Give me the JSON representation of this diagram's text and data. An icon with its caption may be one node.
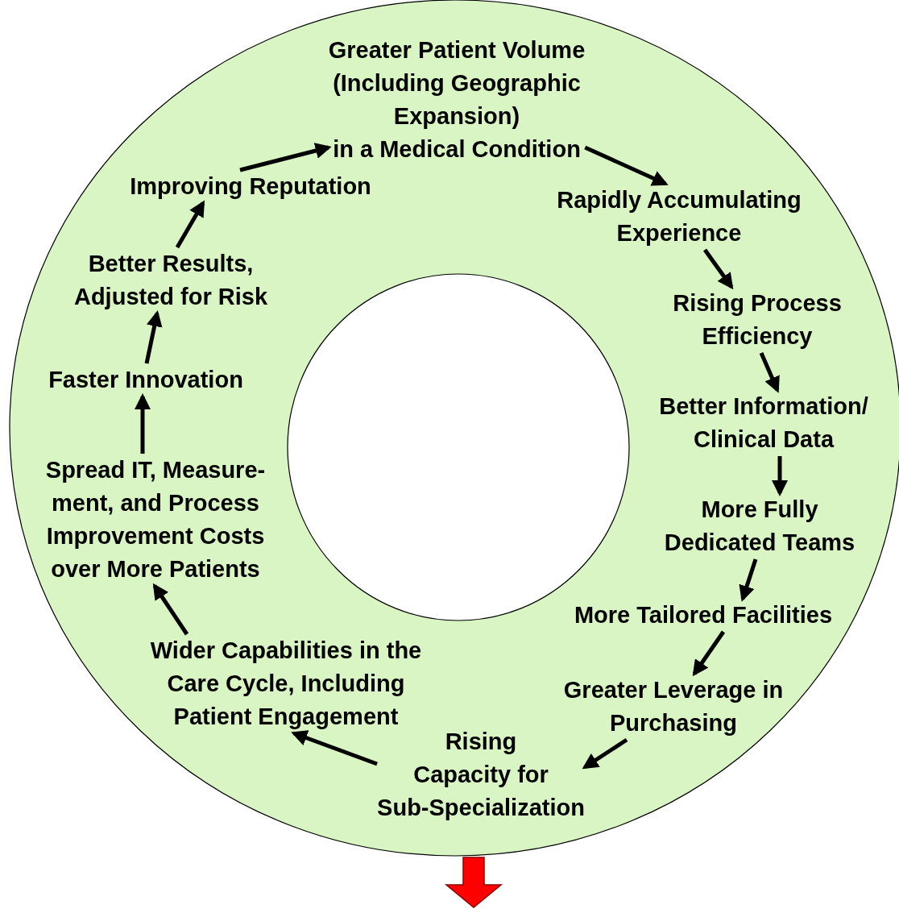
{
  "diagram": {
    "nodes": [
      {
        "text": [],
        "shape": "ring"
      },
      {
        "text": [
          "Greater Patient Volume (Including Geographic Expansion) in a Medical Condition"
        ],
        "in": 0
      },
      {
        "text": [
          "Rapidly Accumulating Experience"
        ],
        "in": 0
      },
      {
        "text": [
          "Rising Process Efficiency"
        ],
        "in": 0
      },
      {
        "text": [
          "Better Information/ Clinical Data"
        ],
        "in": 0
      },
      {
        "text": [
          "More Fully Dedicated Teams"
        ],
        "in": 0
      },
      {
        "text": [
          "More Tailored Facilities"
        ],
        "in": 0
      },
      {
        "text": [
          "Greater Leverage in Purchasing"
        ],
        "in": 0
      },
      {
        "text": [
          "Rising Capacity for Sub-Specialization"
        ],
        "in": 0
      },
      {
        "text": [
          "Wider Capabilities in the Care Cycle, Including Patient Engagement"
        ],
        "in": 0
      },
      {
        "text": [
          "Spread IT, Measure- ment, and Process Improvement Costs over More Patients"
        ],
        "in": 0
      },
      {
        "text": [
          "Faster Innovation"
        ],
        "in": 0
      },
      {
        "text": [
          "Better Results, Adjusted for Risk"
        ],
        "in": 0
      },
      {
        "text": [
          "Improving Reputation"
        ],
        "in": 0
      }
    ],
    "edges": [
      {
        "from": 1,
        "to": 2,
        "arrow": "to"
      },
      {
        "from": 2,
        "to": 3,
        "arrow": "to"
      },
      {
        "from": 3,
        "to": 4,
        "arrow": "to"
      },
      {
        "from": 4,
        "to": 5,
        "arrow": "to"
      },
      {
        "from": 5,
        "to": 6,
        "arrow": "to"
      },
      {
        "from": 6,
        "to": 7,
        "arrow": "to"
      },
      {
        "from": 7,
        "to": 8,
        "arrow": "to"
      },
      {
        "from": 8,
        "to": 9,
        "arrow": "to"
      },
      {
        "from": 9,
        "to": 10,
        "arrow": "to"
      },
      {
        "from": 10,
        "to": 11,
        "arrow": "to"
      },
      {
        "from": 11,
        "to": 12,
        "arrow": "to"
      },
      {
        "from": 12,
        "to": 13,
        "arrow": "to"
      },
      {
        "from": 13,
        "to": 1,
        "arrow": "to"
      },
      {
        "from": 0,
        "to": null,
        "arrow": "to",
        "style": "thick",
        "color": "#ff0000"
      }
    ]
  }
}
